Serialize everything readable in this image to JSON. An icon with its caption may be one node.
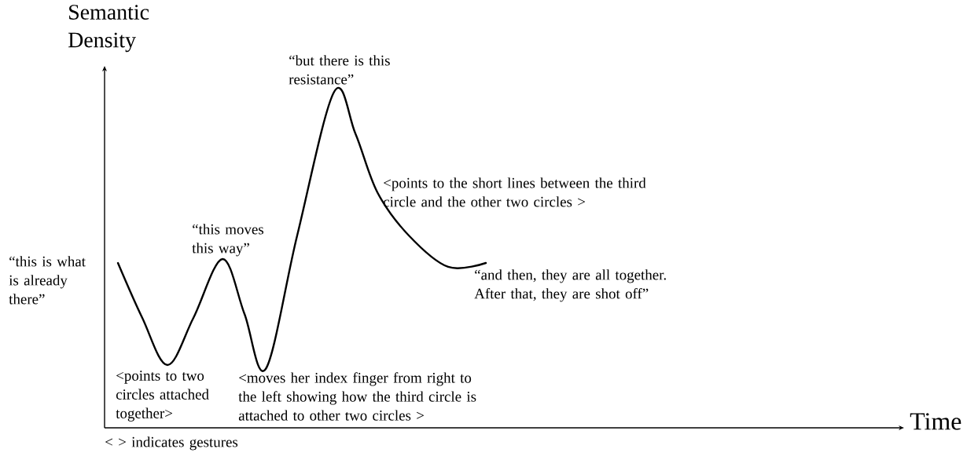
{
  "diagram": {
    "labels": [
      "Semantic Density",
      "“but there is this resistance”",
      "<points to the short lines between the third circle and the other two circles >",
      "“this moves this way”",
      "“this is what is already there”",
      "“and then, they are all together. After that, they are shot off”",
      "<points to two circles attached together>",
      "<moves her index finger from right to the left showing how the third circle is attached to other two circles >",
      "Time",
      "< > indicates gestures"
    ]
  }
}
